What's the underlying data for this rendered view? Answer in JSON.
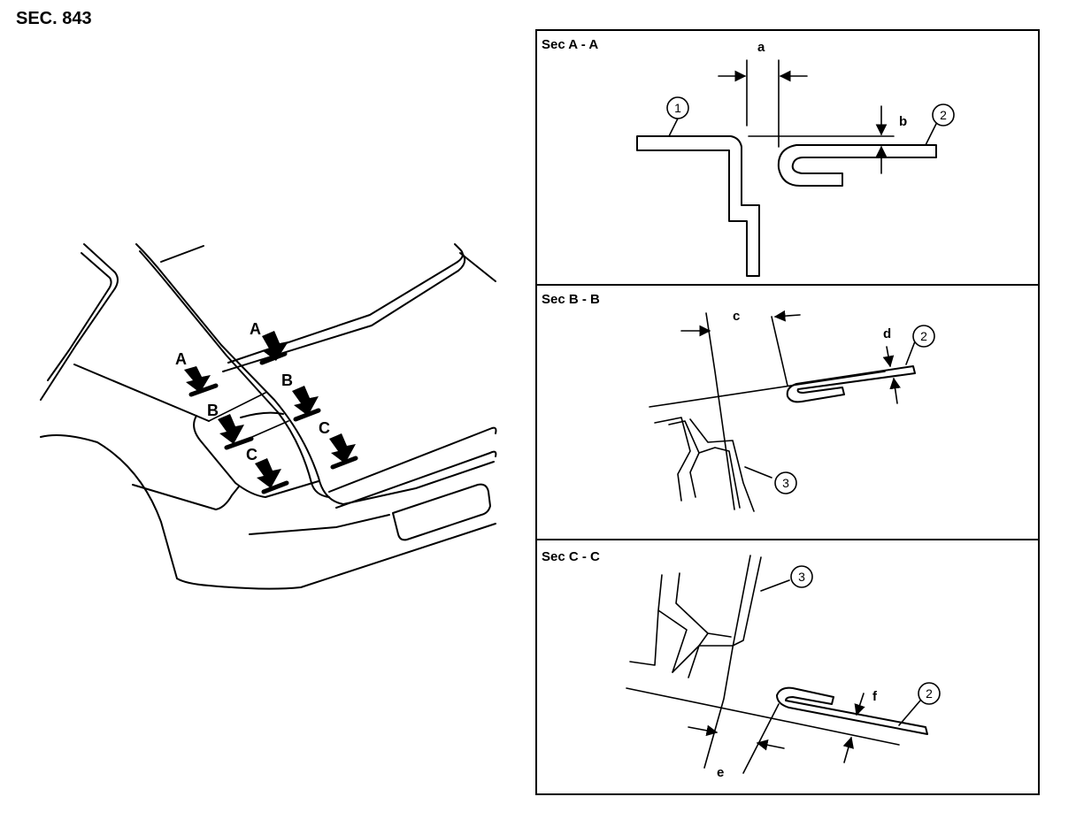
{
  "header": {
    "section_code": "SEC. 843"
  },
  "overview": {
    "section_markers": [
      "A",
      "A",
      "B",
      "B",
      "C",
      "C"
    ]
  },
  "panels": [
    {
      "title": "Sec A - A",
      "dims": [
        "a",
        "b"
      ],
      "callouts": [
        "1",
        "2"
      ]
    },
    {
      "title": "Sec B - B",
      "dims": [
        "c",
        "d"
      ],
      "callouts": [
        "2",
        "3"
      ]
    },
    {
      "title": "Sec C - C",
      "dims": [
        "e",
        "f"
      ],
      "callouts": [
        "3",
        "2"
      ]
    }
  ]
}
